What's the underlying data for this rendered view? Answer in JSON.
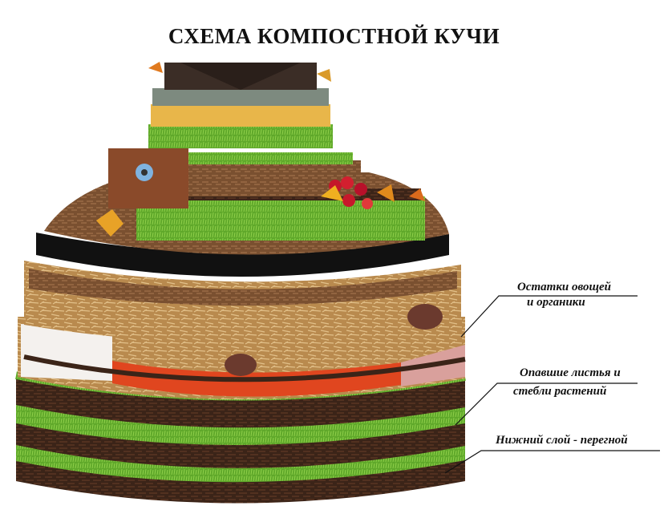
{
  "title": "СХЕМА КОМПОСТНОЙ КУЧИ",
  "labels": {
    "label1_line1": "Остатки овощей",
    "label1_line2": "и органики",
    "label2_line1": "Опавшие листья и",
    "label2_line2": "стебли растений",
    "label3": "Нижний слой - перегной"
  },
  "colors": {
    "soil_dark": "#3b2418",
    "soil_mid": "#6b4428",
    "grass": "#5fa82a",
    "straw": "#c79a58",
    "black_band": "#111111",
    "red_band": "#e0461f",
    "pink_band": "#d9a09c",
    "yellow_band": "#e8b64a",
    "leader_line": "#111111"
  }
}
